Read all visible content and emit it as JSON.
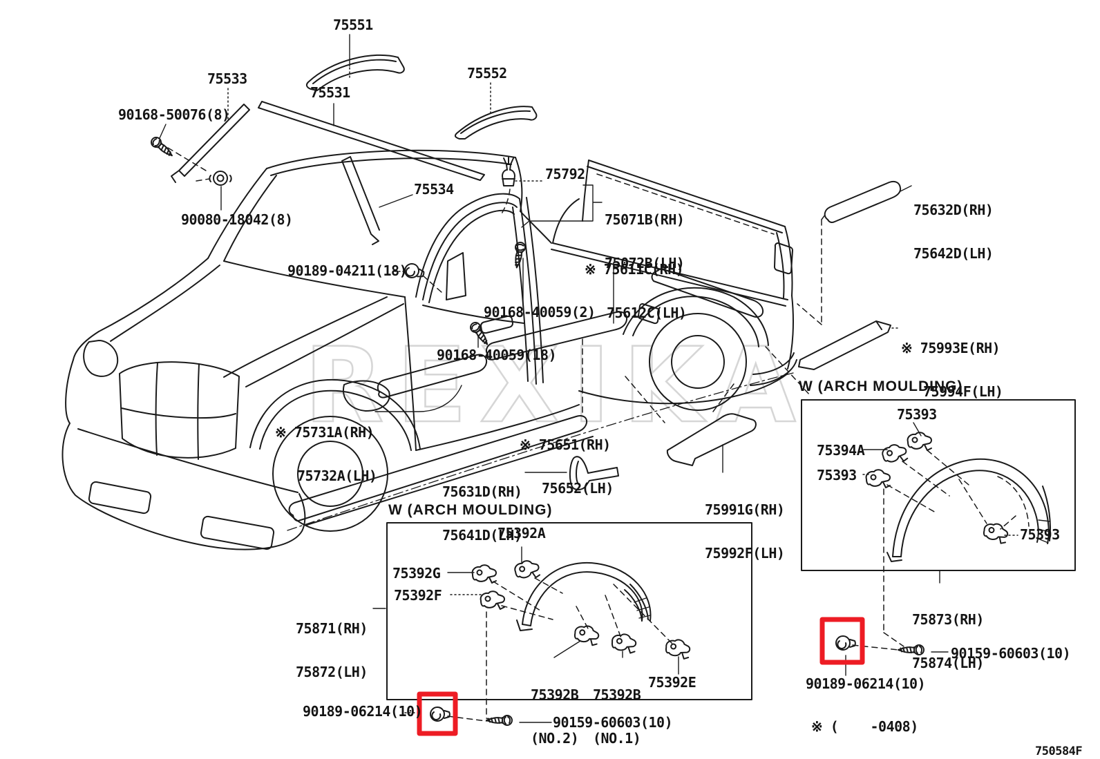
{
  "watermark": "REXIKA",
  "doc_number": "750584F",
  "footnote": "※ (    -0408)",
  "colors": {
    "line_color": "#1a1a1a",
    "highlight_color": "#ed1c24",
    "watermark_color": "#c9c9c9",
    "background": "#ffffff"
  },
  "boxes": {
    "left_title": "W (ARCH MOULDING)",
    "right_title": "W (ARCH MOULDING)"
  },
  "labels": {
    "l75551": "75551",
    "l75533": "75533",
    "l75531": "75531",
    "l75552": "75552",
    "l90168_50076": "90168-50076(8)",
    "l90080_18042": "90080-18042(8)",
    "l75534": "75534",
    "l75792": "75792",
    "l75071B_1": "75071B(RH)",
    "l75071B_2": "75072B(LH)",
    "l75611C_1": "※ 75611C(RH)",
    "l75611C_2": "75612C(LH)",
    "l90189_04211": "90189-04211(18)",
    "l90168_40059_2": "90168-40059(2)",
    "l90168_40059_18": "90168-40059(18)",
    "l75731A_1": "※ 75731A(RH)",
    "l75731A_2": "75732A(LH)",
    "l75651_1": "※ 75651(RH)",
    "l75651_2": "75652(LH)",
    "l75631D_1": "75631D(RH)",
    "l75631D_2": "75641D(LH)",
    "l75991G_1": "75991G(RH)",
    "l75991G_2": "75992F(LH)",
    "l75632D_1": "75632D(RH)",
    "l75632D_2": "75642D(LH)",
    "l75993E_1": "※ 75993E(RH)",
    "l75993E_2": "75994F(LH)",
    "r75393_top": "75393",
    "r75394A": "75394A",
    "r75393_left": "75393",
    "r75393_right": "75393",
    "r75873_1": "75873(RH)",
    "r75873_2": "75874(LH)",
    "lb75392A": "75392A",
    "lb75392G": "75392G",
    "lb75392F": "75392F",
    "lb75871_1": "75871(RH)",
    "lb75871_2": "75872(LH)",
    "lb75392B_no2_1": "75392B",
    "lb75392B_no2_2": "(NO.2)",
    "lb75392B_no1_1": "75392B",
    "lb75392B_no1_2": "(NO.1)",
    "lb75392E": "75392E",
    "bl90189_06214": "90189-06214(10)",
    "bl90159_60603": "90159-60603(10)",
    "br90159_60603": "90159-60603(10)",
    "br90189_06214": "90189-06214(10)"
  }
}
